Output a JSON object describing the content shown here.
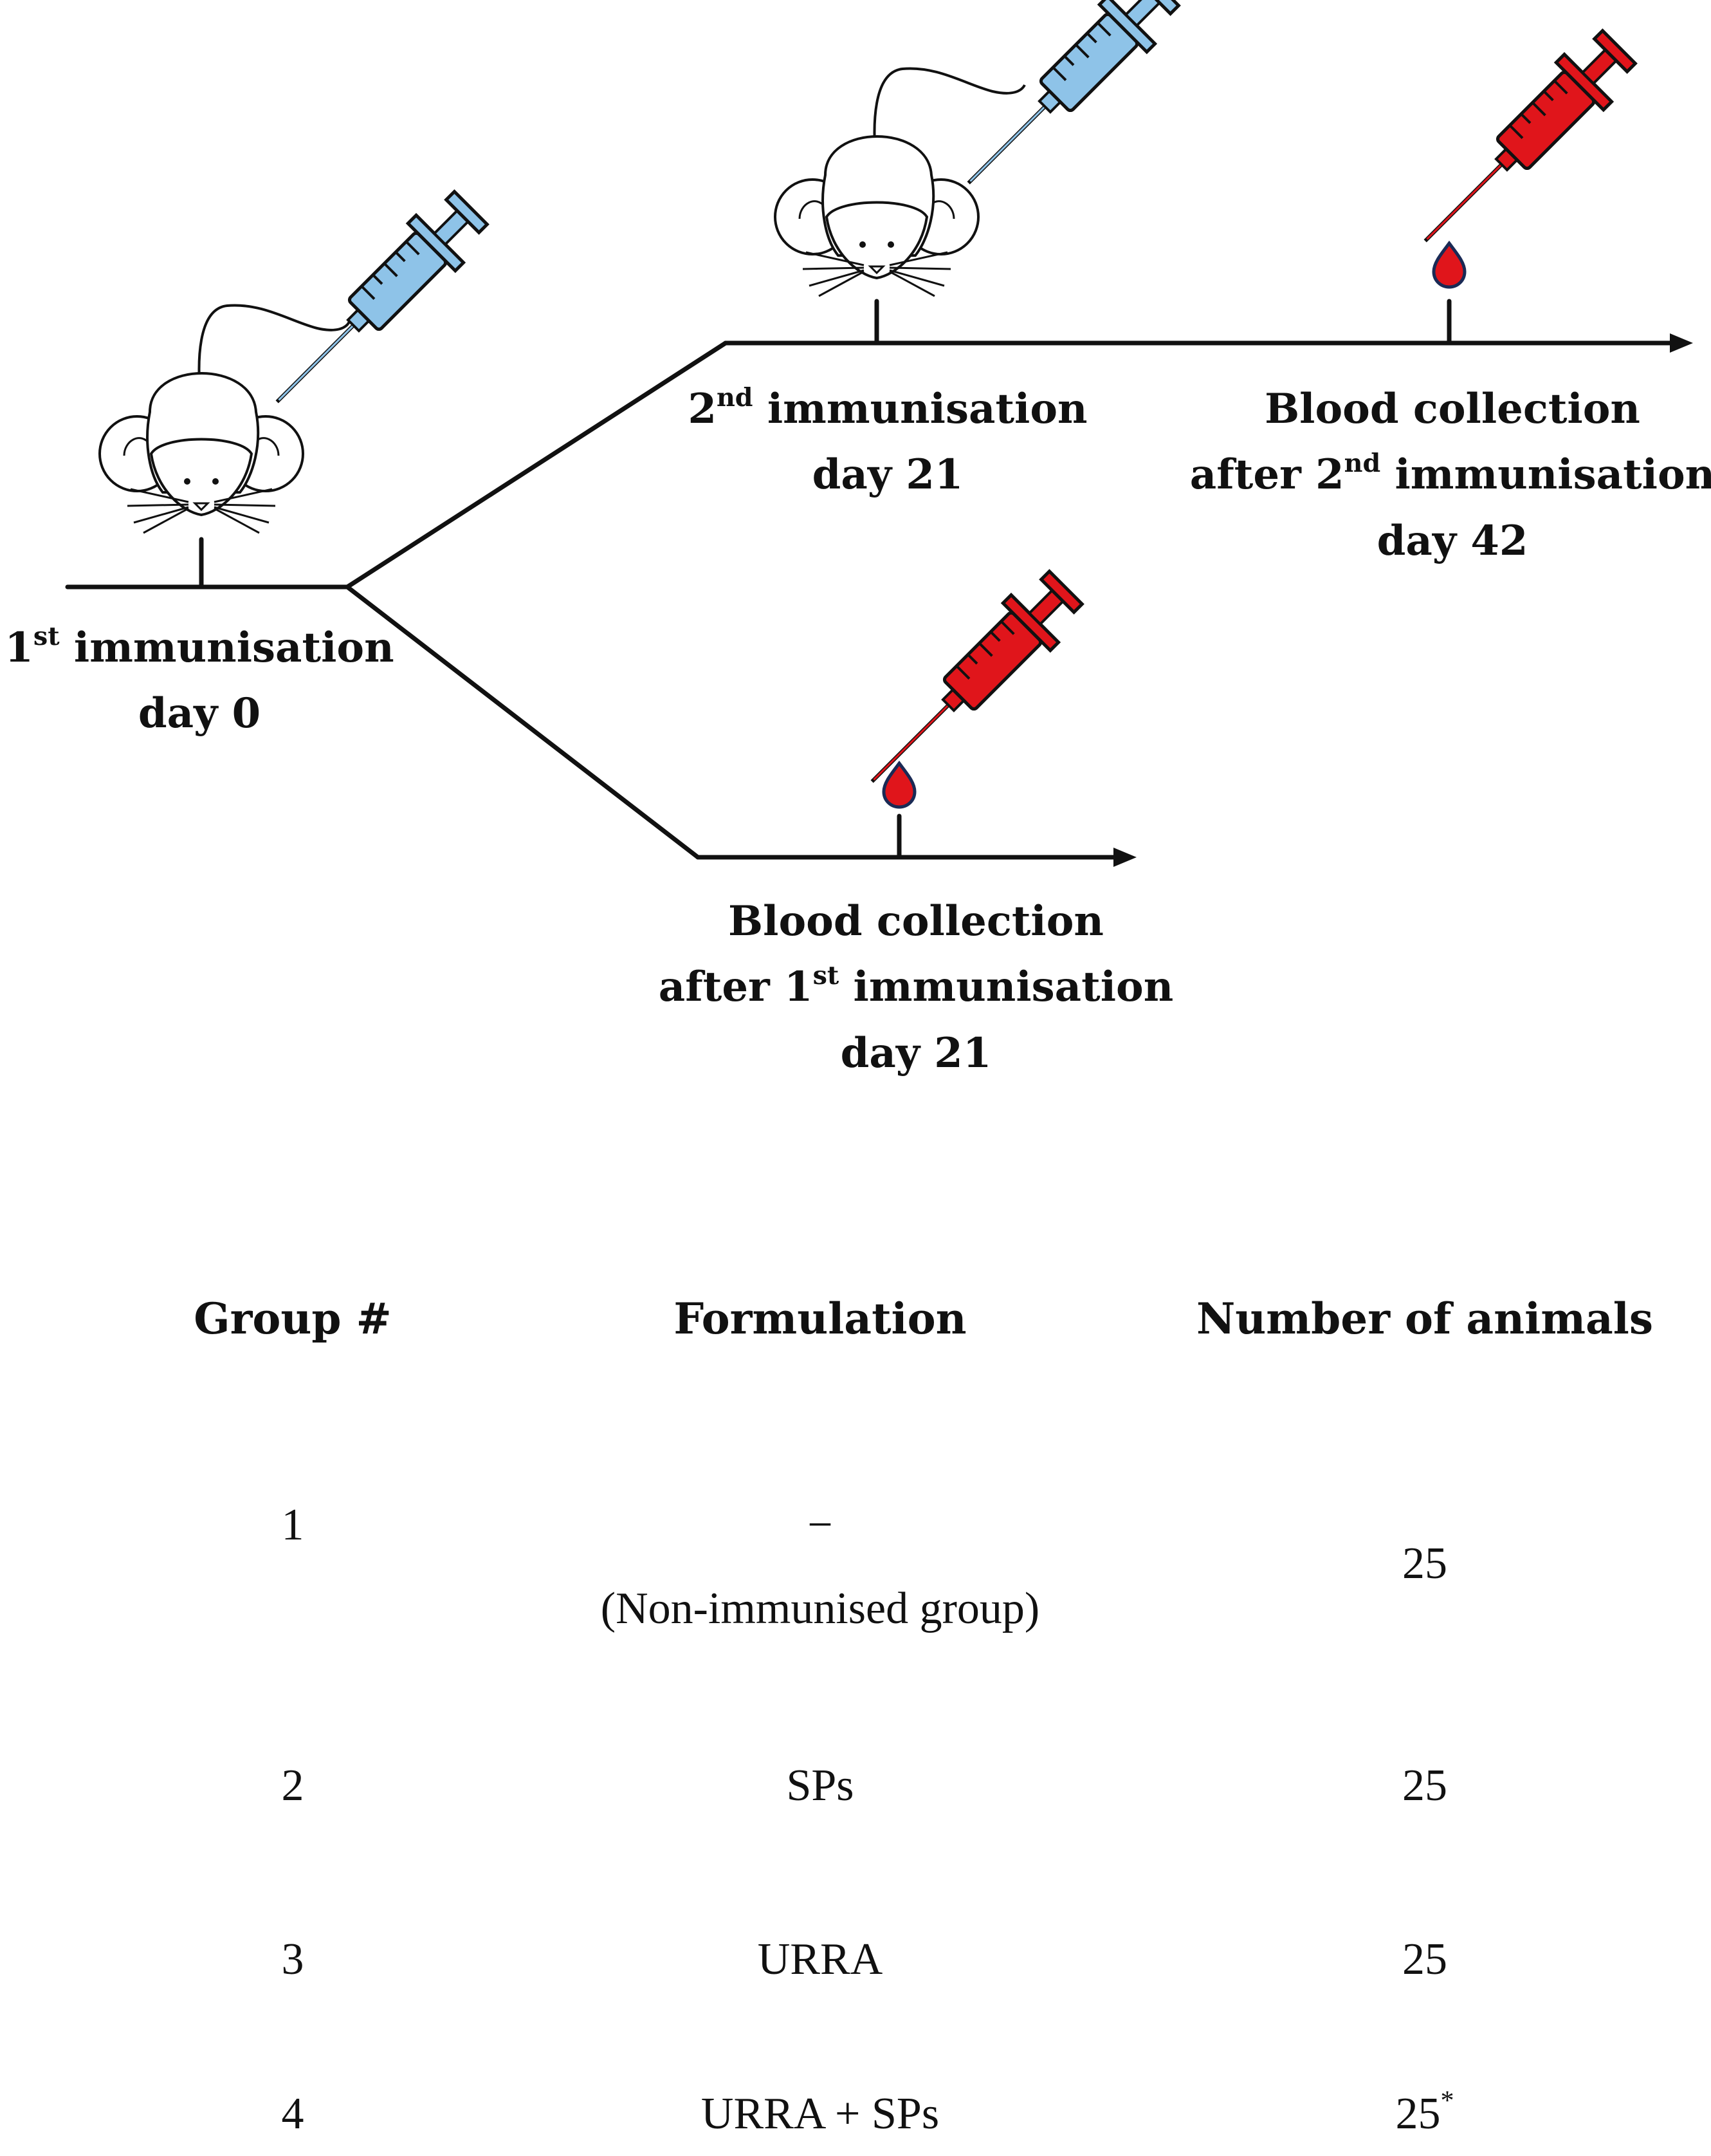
{
  "timeline": {
    "first": {
      "pre": "1",
      "sup": "st",
      "post": " immunisation",
      "day": "day 0"
    },
    "second": {
      "pre": "2",
      "sup": "nd",
      "post": " immunisation",
      "day": "day 21"
    },
    "blood2": {
      "title": "Blood collection",
      "pre": "after 2",
      "sup": "nd",
      "post": " immunisation",
      "day": "day 42"
    },
    "blood1": {
      "title": "Blood collection",
      "pre": "after 1",
      "sup": "st",
      "post": " immunisation",
      "day": "day 21"
    }
  },
  "colors": {
    "injection_syringe": "#8ec3e8",
    "blood_syringe": "#e0151b",
    "blood_drop": "#e0151b",
    "line": "#111111"
  },
  "table": {
    "headers": [
      "Group #",
      "Formulation",
      "Number of animals"
    ],
    "rows": [
      {
        "group": "1",
        "formulation": "−",
        "formulation_note": "(Non-immunised group)",
        "animals": "25",
        "mark": ""
      },
      {
        "group": "2",
        "formulation": "SPs",
        "formulation_note": "",
        "animals": "25",
        "mark": ""
      },
      {
        "group": "3",
        "formulation": "URRA",
        "formulation_note": "",
        "animals": "25",
        "mark": ""
      },
      {
        "group": "4",
        "formulation": "URRA + SPs",
        "formulation_note": "",
        "animals": "25",
        "mark": "*"
      }
    ]
  }
}
